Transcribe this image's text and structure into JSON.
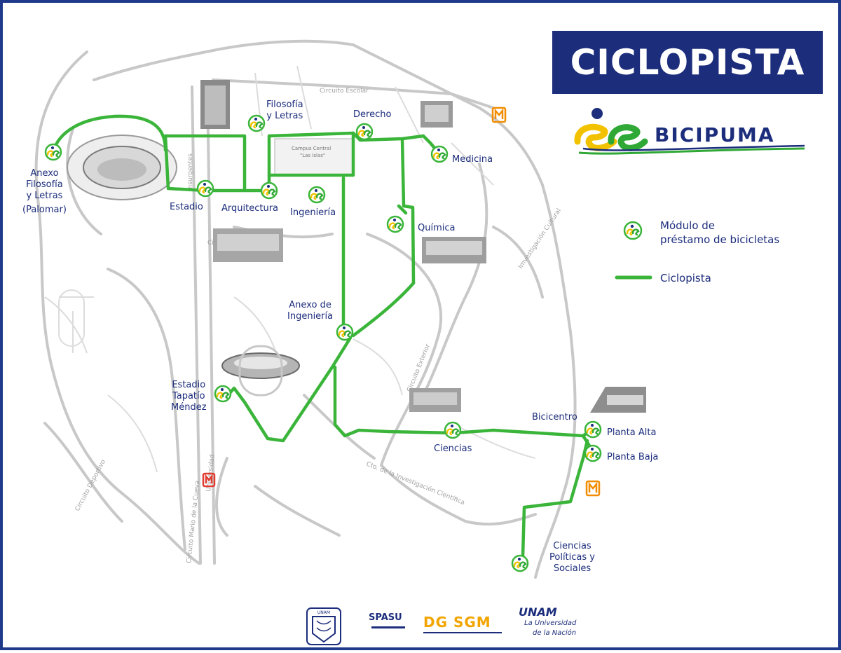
{
  "title": "CICLOPISTA",
  "brand": {
    "name": "BICIPUMA",
    "colors": {
      "blue": "#1c2d7c",
      "yellow": "#f2c200",
      "green": "#2fa836"
    }
  },
  "route_color": "#3ab53a",
  "modules": [
    {
      "id": "anexo-filosofia",
      "lines": [
        "Anexo",
        "Filosofía",
        "y Letras",
        "(Palomar)"
      ]
    },
    {
      "id": "filosofia",
      "lines": [
        "Filosofía",
        "y Letras"
      ]
    },
    {
      "id": "derecho",
      "lines": [
        "Derecho"
      ]
    },
    {
      "id": "medicina",
      "lines": [
        "Medicina"
      ]
    },
    {
      "id": "estadio",
      "lines": [
        "Estadio"
      ]
    },
    {
      "id": "arquitectura",
      "lines": [
        "Arquitectura"
      ]
    },
    {
      "id": "ingenieria",
      "lines": [
        "Ingeniería"
      ]
    },
    {
      "id": "quimica",
      "lines": [
        "Química"
      ]
    },
    {
      "id": "anexo-ingenieria",
      "lines": [
        "Anexo de",
        "Ingeniería"
      ]
    },
    {
      "id": "tapatio",
      "lines": [
        "Estadio",
        "Tapatío",
        "Méndez"
      ]
    },
    {
      "id": "ciencias",
      "lines": [
        "Ciencias"
      ]
    },
    {
      "id": "bicicentro",
      "lines": [
        "Bicicentro"
      ]
    },
    {
      "id": "planta-alta",
      "lines": [
        "Planta Alta"
      ]
    },
    {
      "id": "planta-baja",
      "lines": [
        "Planta Baja"
      ]
    },
    {
      "id": "politicas",
      "lines": [
        "Ciencias",
        "Políticas y",
        "Sociales"
      ]
    }
  ],
  "legend": {
    "module": [
      "Módulo de",
      "préstamo de bicicletas"
    ],
    "route": "Ciclopista"
  },
  "streets": {
    "escolar": "Circuito Escolar",
    "insurgentes": "Insurgentes",
    "exterior": "Circuito Exterior",
    "investigacion": "Cto. de la Investigación Científica",
    "deportivo": "Circuito Deportivo",
    "mario": "Circuito Mario de la Cueva",
    "cultural": "Imvestigación Cultural",
    "campus": [
      "Campus Central",
      "\"Las Islas\""
    ],
    "universidad": "Universidad",
    "cir": "Cir"
  },
  "footer_logos": {
    "unam_seal": "UNAM",
    "spasu": "SPASU",
    "dgsgm": "DG SGM",
    "unam_nacion": [
      "UNAM",
      "La Universidad",
      "de la Nación"
    ]
  }
}
